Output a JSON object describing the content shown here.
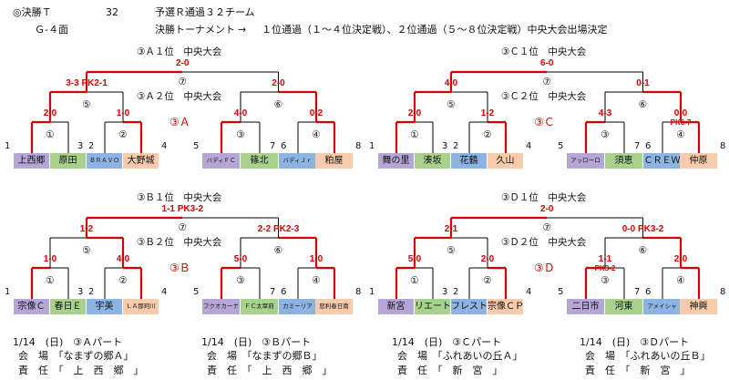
{
  "header": {
    "line1_left": "◎決勝Ｔ",
    "line1_count": "32",
    "line1_desc": "予選Ｒ通過３２チーム",
    "line2_left": "Ｇ-４面",
    "line2_title": "決勝トーナメント",
    "line2_arrow": "→",
    "line2_desc": "１位通過（１～４位決定戦）、２位通過（５～８位決定戦）中央大会出場決定"
  },
  "brackets": {
    "A": {
      "group_label": "③Ａ",
      "first_title": "③Ａ１位　中央大会",
      "second_title": "③Ａ２位　中央大会",
      "final_score": "2-0",
      "final_num": "⑦",
      "left_semi_score": "3-3 PK2-1",
      "left_semi_num": "⑤",
      "right_semi_score": "2-0",
      "right_semi_num": "⑥",
      "m1_score": "2-0",
      "m2_score": "1-0",
      "m3_score": "4-0",
      "m4_score": "0-2",
      "m1_num": "①",
      "m2_num": "②",
      "m3_num": "③",
      "m4_num": "④",
      "seeds": [
        "1",
        "2",
        "3",
        "4",
        "5",
        "6",
        "7",
        "8"
      ],
      "teams": [
        "上西郷",
        "原田",
        "ＢＲＡＶＯ",
        "大野城",
        "バディＦＣ",
        "篠北",
        "バディＪｒ",
        "粕屋"
      ]
    },
    "C": {
      "group_label": "③Ｃ",
      "first_title": "③Ｃ１位　中央大会",
      "second_title": "③Ｃ２位　中央大会",
      "final_score": "6-0",
      "final_num": "⑦",
      "left_semi_score": "4-0",
      "left_semi_num": "⑤",
      "right_semi_score": "0-1",
      "right_semi_num": "⑥",
      "m1_score": "2-0",
      "m2_score": "1-2",
      "m3_score": "4-3",
      "m4_score": "0-0",
      "m4_extra": "PK6-7",
      "m1_num": "①",
      "m2_num": "②",
      "m3_num": "③",
      "m4_num": "④",
      "seeds": [
        "1",
        "2",
        "3",
        "4",
        "5",
        "6",
        "7",
        "8"
      ],
      "teams": [
        "舞の里",
        "湊坂",
        "花鶴",
        "久山",
        "アッローロ",
        "須恵",
        "ＣＲＥＷ",
        "仲原"
      ]
    },
    "B": {
      "group_label": "③Ｂ",
      "first_title": "③Ｂ１位　中央大会",
      "second_title": "③Ｂ２位　中央大会",
      "final_score": "1-1 PK3-2",
      "final_num": "⑦",
      "left_semi_score": "1-2",
      "left_semi_num": "⑤",
      "right_semi_score": "2-2 PK2-3",
      "right_semi_num": "⑥",
      "m1_score": "1-0",
      "m2_score": "4-0",
      "m3_score": "5-0",
      "m4_score": "1-0",
      "m1_num": "①",
      "m2_num": "②",
      "m3_num": "③",
      "m4_num": "④",
      "seeds": [
        "1",
        "2",
        "3",
        "4",
        "5",
        "6",
        "7",
        "8"
      ],
      "teams": [
        "宗像Ｃ",
        "春日Ｅ",
        "宇美",
        "ＬＡ那珂川",
        "フクオカーナ",
        "ＦＣ太宰府",
        "カミーリア",
        "怒利春日南"
      ]
    },
    "D": {
      "group_label": "③Ｄ",
      "first_title": "③Ｄ１位　中央大会",
      "second_title": "③Ｄ２位　中央大会",
      "final_score": "2-0",
      "final_num": "⑦",
      "left_semi_score": "2-1",
      "left_semi_num": "⑤",
      "right_semi_score": "0-0 PK3-2",
      "right_semi_num": "⑥",
      "m1_score": "5-0",
      "m2_score": "2-0",
      "m3_score": "1-1",
      "m4_score": "2-0",
      "m3_extra": "PK3-2",
      "m1_num": "①",
      "m2_num": "②",
      "m3_num": "③",
      "m4_num": "④",
      "seeds": [
        "1",
        "2",
        "3",
        "4",
        "5",
        "6",
        "7",
        "8"
      ],
      "teams": [
        "新宮",
        "リエート",
        "フレスト",
        "宗像ＣＰ",
        "二日市",
        "河東",
        "アメイシャ",
        "神興"
      ]
    }
  },
  "footers": [
    {
      "date": "1/14　(日)　③Ａパート",
      "venue": "会　場　「なまずの郷Ａ」",
      "resp": "責　任　「　上　西　郷　」"
    },
    {
      "date": "1/14　(日)　③Ｂパート",
      "venue": "会　場　「なまずの郷Ｂ」",
      "resp": "責　任　「　上　西　郷　」"
    },
    {
      "date": "1/14　(日)　③Ｃパート",
      "venue": "会　場　「ふれあいの丘Ａ」",
      "resp": "責　任　「　新　宮　」"
    },
    {
      "date": "1/14　(日)　③Ｄパート",
      "venue": "会　場　「ふれあいの丘Ｂ」",
      "resp": "責　任　「　新　宮　」"
    }
  ],
  "colors": {
    "win_line": "#d40000",
    "line": "#000000",
    "team_left_a": "#b4a7d6",
    "team_left_b": "#a9d18e",
    "team_left_c": "#8db3e2",
    "team_left_d": "#f8cbad"
  }
}
